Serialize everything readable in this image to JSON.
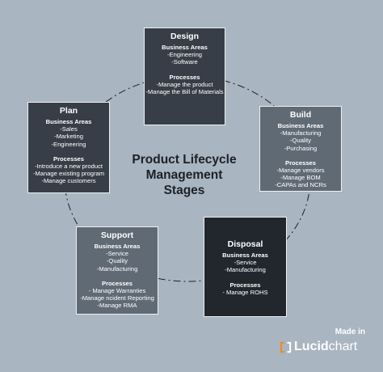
{
  "center": {
    "line1": "Product Lifecycle",
    "line2": "Management",
    "line3": "Stages"
  },
  "stages": {
    "design": {
      "title": "Design",
      "areas_head": "Business Areas",
      "areas": [
        "-Engineering",
        "-Software"
      ],
      "proc_head": "Processes",
      "processes": [
        "-Manage the product",
        "-Manage the Bill of Materials"
      ],
      "color": "#373e47"
    },
    "build": {
      "title": "Build",
      "areas_head": "Business Areas",
      "areas": [
        "-Manufacturing",
        "-Quality",
        "-Purchasing"
      ],
      "proc_head": "Processes",
      "processes": [
        "-Manage vendors",
        "-Manage BOM",
        "-CAPAs and NCRs"
      ],
      "color": "#606a75"
    },
    "plan": {
      "title": "Plan",
      "areas_head": "Business Areas",
      "areas": [
        "-Sales",
        "-Marketing",
        "-Engineering"
      ],
      "proc_head": "Processes",
      "processes": [
        "-Introduce a new product",
        "-Manage existing program",
        "-Manage customers"
      ],
      "color": "#373e47"
    },
    "support": {
      "title": "Support",
      "areas_head": "Business Areas",
      "areas": [
        "-Service",
        "-Quality",
        "-Manufacturing"
      ],
      "proc_head": "Processes",
      "processes": [
        "- Manage Warranties",
        "-Manage ncident Reporting",
        "-Manage RMA"
      ],
      "color": "#606a75"
    },
    "disposal": {
      "title": "Disposal",
      "areas_head": "Business Areas",
      "areas": [
        "-Service",
        "-Manufacturing"
      ],
      "proc_head": "Processes",
      "processes": [
        "- Manage ROHS"
      ],
      "color": "#22272d"
    }
  },
  "footer": {
    "made_in": "Made in",
    "brand_bold": "Lucid",
    "brand_light": "chart"
  },
  "colors": {
    "background": "#a9b5c1",
    "ring": "#1c2127",
    "logo_accent": "#f28a1e"
  }
}
